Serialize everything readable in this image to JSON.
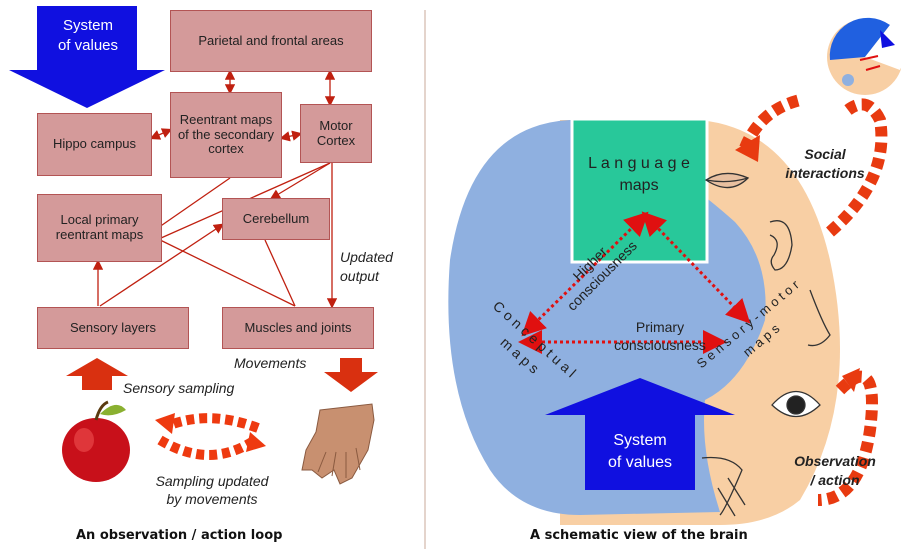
{
  "left": {
    "values_arrow_label": "System\nof values",
    "boxes": {
      "parietal": "Parietal and frontal areas",
      "reentrant": "Reentrant maps of the secondary cortex",
      "motor": "Motor Cortex",
      "hippo": "Hippo campus",
      "local_primary": "Local primary reentrant maps",
      "cerebellum": "Cerebellum",
      "sensory_layers": "Sensory layers",
      "muscles": "Muscles and joints"
    },
    "updated_output": "Updated\noutput",
    "movements": "Movements",
    "sensory_sampling": "Sensory sampling",
    "sampling_updated": "Sampling updated\nby movements",
    "caption": "An observation / action loop"
  },
  "right": {
    "language_maps": "L a n g u a g e\nmaps",
    "higher_consciousness": "Higher\nconsciousness",
    "conceptual_maps": "C o n c e p t u a l\nm a p s",
    "primary_consciousness": "Primary\nconsciousness",
    "sensory_motor_maps": "S e n s o r y - m o t o r\nm a p s",
    "system_of_values": "System\nof values",
    "social_interactions": "Social\ninteractions",
    "observation_action": "Observation\n/ action",
    "caption": "A schematic view of the brain"
  },
  "colors": {
    "box_fill": "#d49a9a",
    "box_border": "#b35454",
    "arrow_red": "#d93010",
    "values_blue": "#1010e0",
    "conceptual_blue": "#8fb0e0",
    "language_green": "#28c89a",
    "sensory_peach": "#f8cfa4",
    "divider": "#c8a898"
  }
}
